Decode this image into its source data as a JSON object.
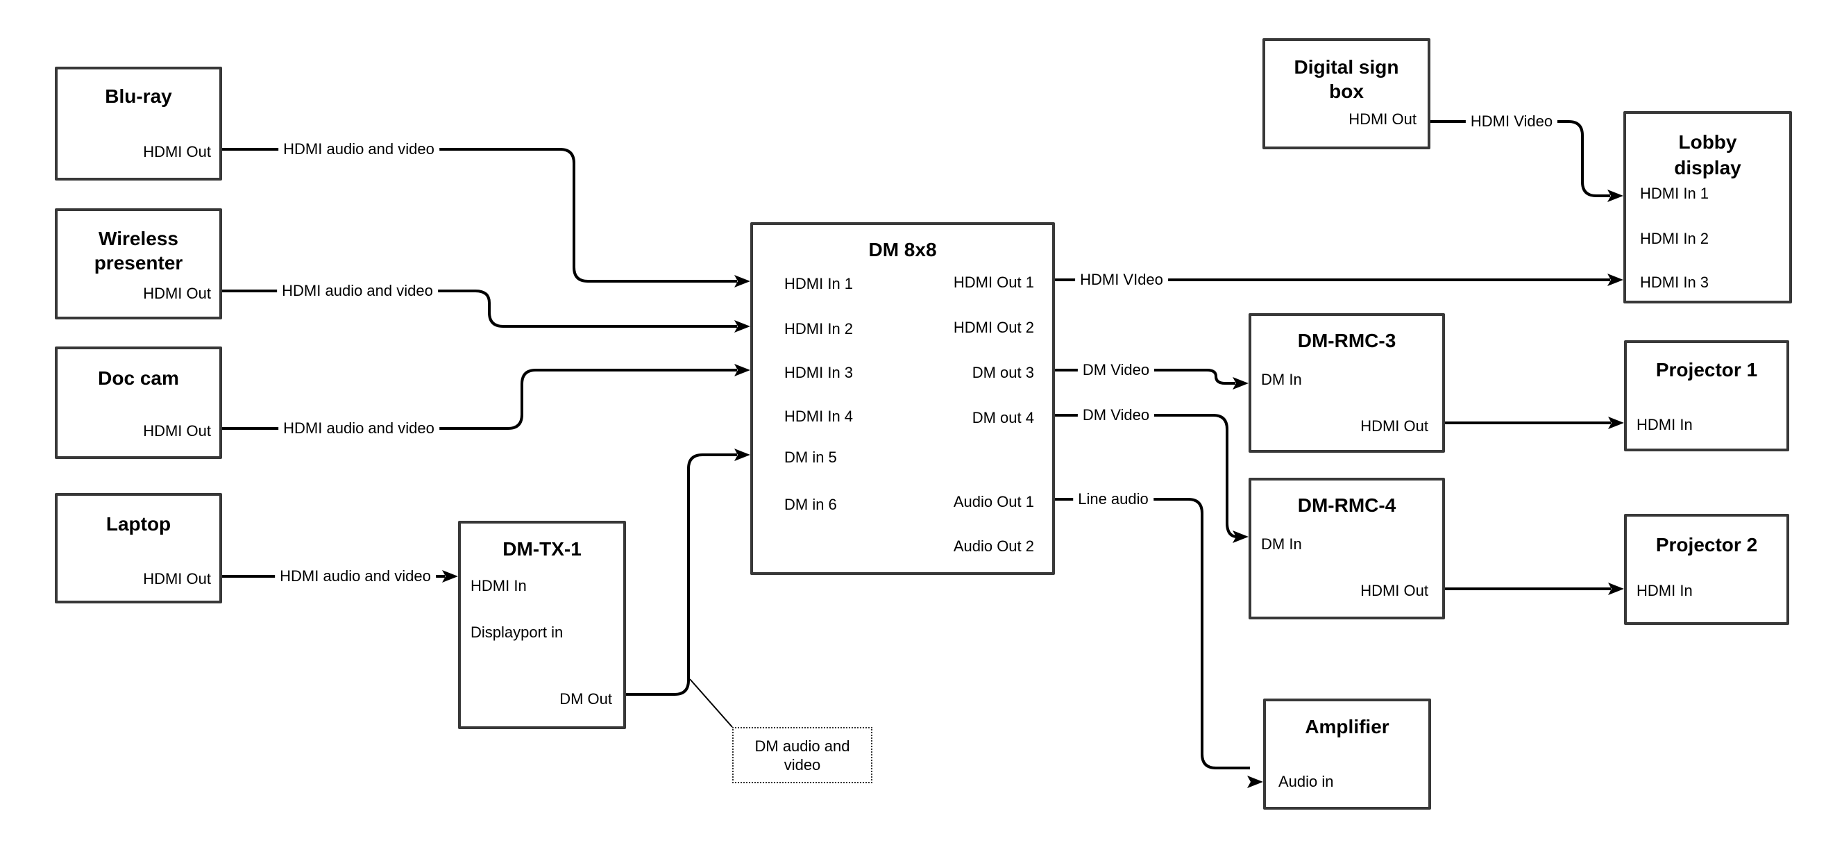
{
  "nodes": {
    "bluray": {
      "title": "Blu-ray",
      "ports": {
        "out": "HDMI Out"
      }
    },
    "wireless": {
      "title_line1": "Wireless",
      "title_line2": "presenter",
      "ports": {
        "out": "HDMI Out"
      }
    },
    "doccam": {
      "title": "Doc cam",
      "ports": {
        "out": "HDMI Out"
      }
    },
    "laptop": {
      "title": "Laptop",
      "ports": {
        "out": "HDMI Out"
      }
    },
    "dmtx1": {
      "title": "DM-TX-1",
      "ports": {
        "hdmi_in": "HDMI In",
        "dp_in": "Displayport in",
        "dm_out": "DM Out"
      }
    },
    "dm8x8": {
      "title": "DM 8x8",
      "ports": {
        "in1": "HDMI In 1",
        "in2": "HDMI In 2",
        "in3": "HDMI In 3",
        "in4": "HDMI In 4",
        "in5": "DM in 5",
        "in6": "DM in 6",
        "out1": "HDMI Out 1",
        "out2": "HDMI Out 2",
        "out3": "DM out 3",
        "out4": "DM out 4",
        "audio1": "Audio Out 1",
        "audio2": "Audio Out 2"
      }
    },
    "digital_sign": {
      "title_line1": "Digital sign",
      "title_line2": "box",
      "ports": {
        "out": "HDMI Out"
      }
    },
    "lobby": {
      "title_line1": "Lobby",
      "title_line2": "display",
      "ports": {
        "in1": "HDMI In 1",
        "in2": "HDMI In 2",
        "in3": "HDMI In 3"
      }
    },
    "dmrmc3": {
      "title": "DM-RMC-3",
      "ports": {
        "dm_in": "DM In",
        "hdmi_out": "HDMI Out"
      }
    },
    "dmrmc4": {
      "title": "DM-RMC-4",
      "ports": {
        "dm_in": "DM In",
        "hdmi_out": "HDMI Out"
      }
    },
    "proj1": {
      "title": "Projector 1",
      "ports": {
        "in": "HDMI In"
      }
    },
    "proj2": {
      "title": "Projector 2",
      "ports": {
        "in": "HDMI In"
      }
    },
    "amplifier": {
      "title": "Amplifier",
      "ports": {
        "in": "Audio in"
      }
    }
  },
  "wire_labels": {
    "bluray": "HDMI audio and video",
    "wireless": "HDMI audio and video",
    "doccam": "HDMI audio and video",
    "laptop": "HDMI audio and video",
    "out1": "HDMI VIdeo",
    "out3": "DM Video",
    "out4": "DM Video",
    "audio1": "Line audio",
    "sign": "HDMI Video"
  },
  "note": {
    "line1": "DM audio and",
    "line2": "video"
  },
  "colors": {
    "wire": "#000000",
    "box_border": "#383838",
    "text": "#000000",
    "background": "#ffffff"
  }
}
